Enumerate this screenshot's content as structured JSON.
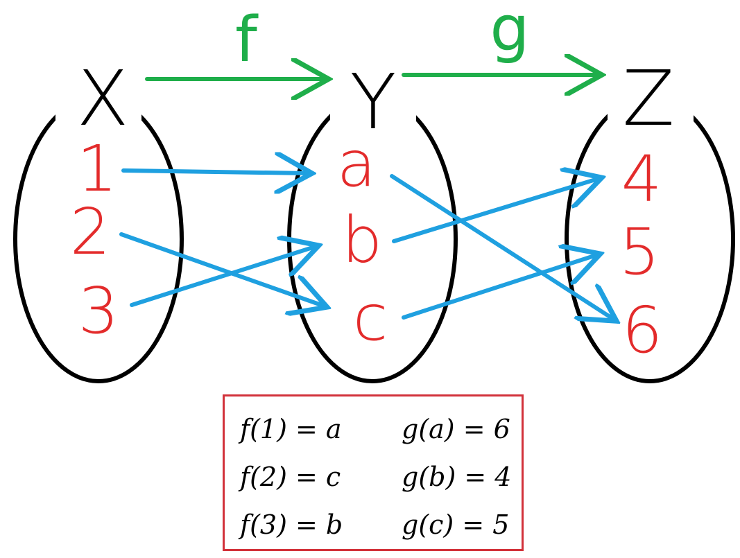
{
  "sets": [
    {
      "label": "X",
      "elements": [
        "1",
        "2",
        "3"
      ]
    },
    {
      "label": "Y",
      "elements": [
        "a",
        "b",
        "c"
      ]
    },
    {
      "label": "Z",
      "elements": [
        "4",
        "5",
        "6"
      ]
    }
  ],
  "functions": {
    "f": {
      "label": "f",
      "from": "X",
      "to": "Y"
    },
    "g": {
      "label": "g",
      "from": "Y",
      "to": "Z"
    }
  },
  "mappings": {
    "f": [
      {
        "from": "1",
        "to": "a"
      },
      {
        "from": "2",
        "to": "c"
      },
      {
        "from": "3",
        "to": "b"
      }
    ],
    "g": [
      {
        "from": "a",
        "to": "6"
      },
      {
        "from": "b",
        "to": "4"
      },
      {
        "from": "c",
        "to": "5"
      }
    ]
  },
  "equations": {
    "left": [
      "f(1) = a",
      "f(2) = c",
      "f(3) = b"
    ],
    "right": [
      "g(a) = 6",
      "g(b) = 4",
      "g(c) = 5"
    ]
  },
  "colors": {
    "set_outline": "#000000",
    "element_text": "#e32b2b",
    "function_arrow": "#1fae4a",
    "mapping_arrow": "#1fa0e0",
    "equation_border": "#d2313a"
  }
}
